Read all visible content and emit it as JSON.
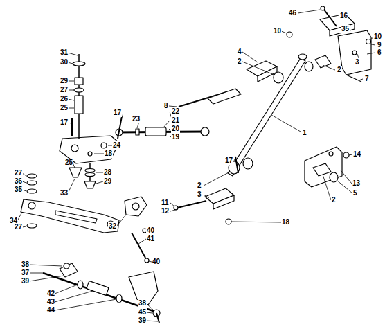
{
  "diagram": {
    "labels": [
      "46",
      "16",
      "35",
      "10",
      "10",
      "9",
      "4",
      "6",
      "2",
      "3",
      "7",
      "2",
      "8",
      "1",
      "14",
      "17",
      "13",
      "5",
      "2",
      "2",
      "3",
      "11",
      "12",
      "18",
      "31",
      "30",
      "29",
      "27",
      "26",
      "25",
      "17",
      "22",
      "21",
      "20",
      "19",
      "23",
      "17",
      "24",
      "18",
      "25",
      "28",
      "29",
      "27",
      "36",
      "35",
      "33",
      "34",
      "27",
      "32",
      "40",
      "41",
      "40",
      "38",
      "37",
      "39",
      "42",
      "43",
      "44",
      "38",
      "45",
      "39"
    ]
  }
}
